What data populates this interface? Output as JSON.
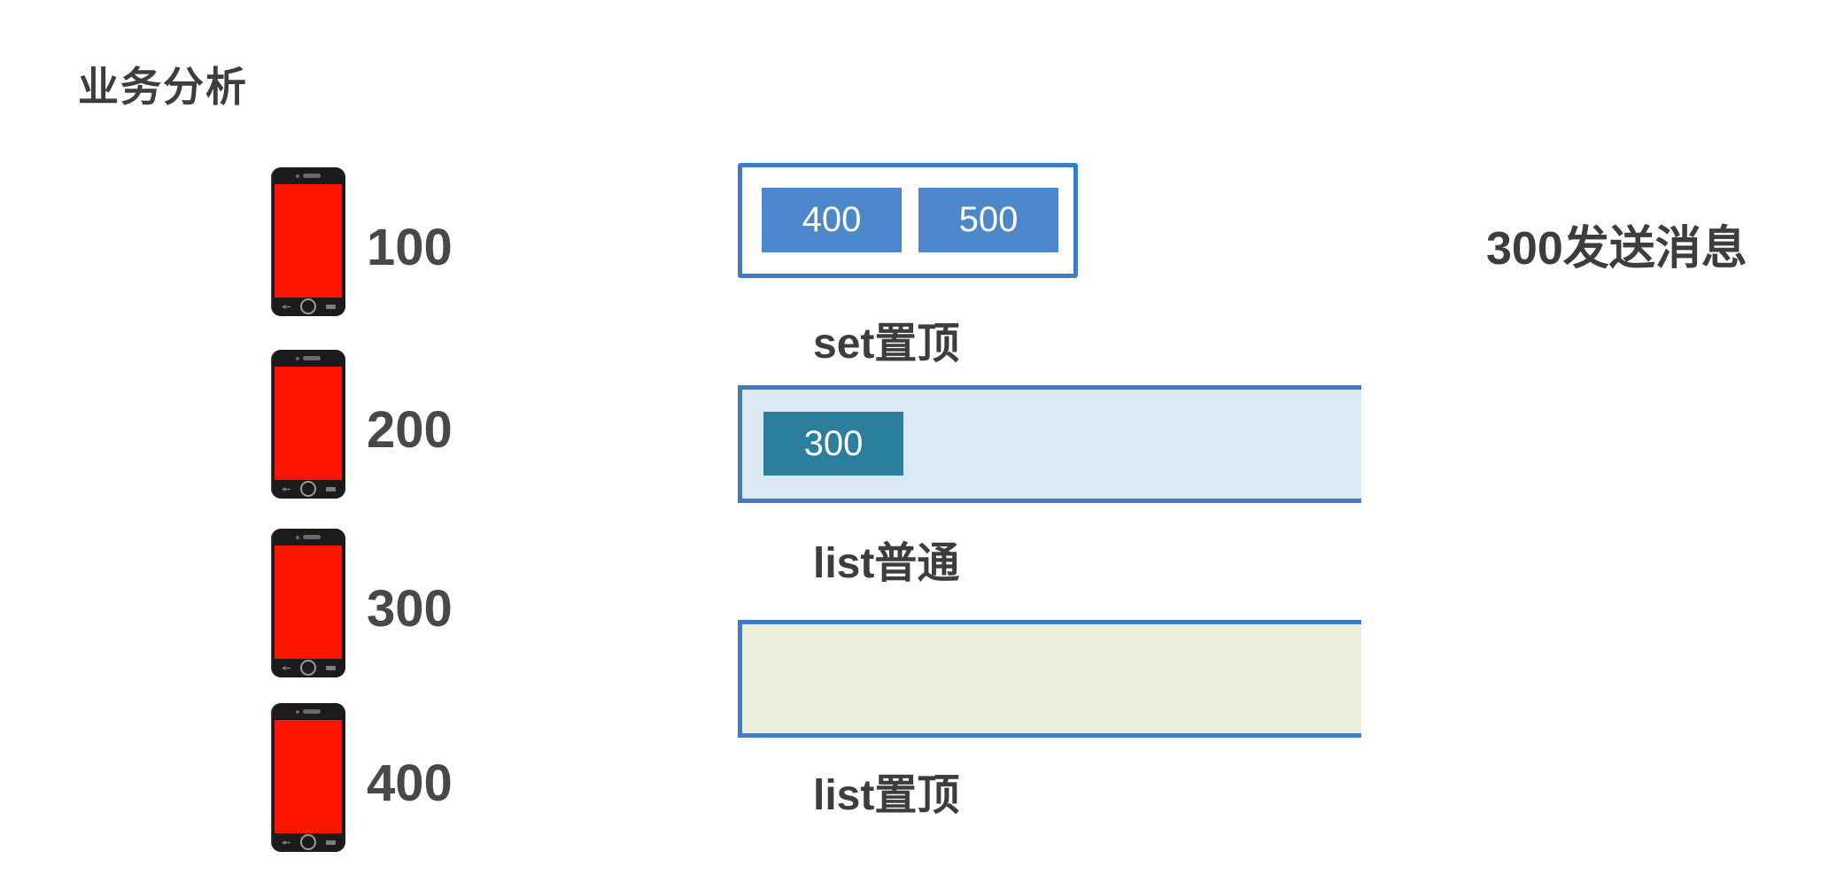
{
  "title": "业务分析",
  "phones": [
    {
      "label": "100"
    },
    {
      "label": "200"
    },
    {
      "label": "300"
    },
    {
      "label": "400"
    }
  ],
  "groups": [
    {
      "label": "set置顶",
      "items": [
        "400",
        "500"
      ]
    },
    {
      "label": "list普通",
      "items": [
        "300"
      ]
    },
    {
      "label": "list置顶",
      "items": []
    }
  ],
  "annotation": "300发送消息",
  "colors": {
    "panel_border_blue": "#3e7cc7",
    "chip_blue": "#4b87ca",
    "chip_teal": "#2b7e9e",
    "panel_light_blue": "#dbeaf2",
    "panel_light_green": "#eaeedc",
    "text_dark": "#3d3d3d",
    "phone_screen_red": "#fb1400",
    "phone_body_black": "#1b1b1b"
  }
}
